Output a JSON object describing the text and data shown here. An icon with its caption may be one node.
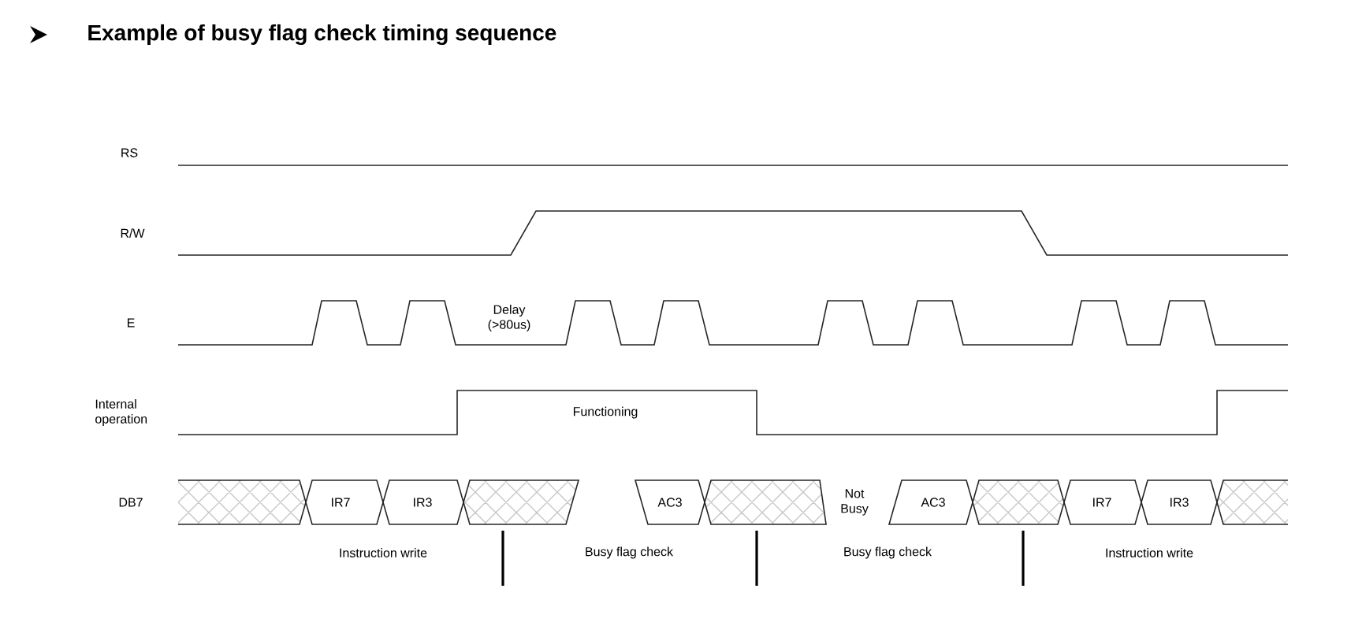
{
  "diagram": {
    "title": "Example of busy flag check timing sequence",
    "labels": [
      "RS",
      "R/W",
      "E",
      "Delay (>80us)",
      "Internal operation",
      "Functioning",
      "DB7",
      "IR7",
      "IR3",
      "AC3",
      "Not Busy",
      "AC3",
      "IR7",
      "IR3",
      "Instruction write",
      "Busy flag check",
      "Busy flag check",
      "Instruction write"
    ]
  }
}
